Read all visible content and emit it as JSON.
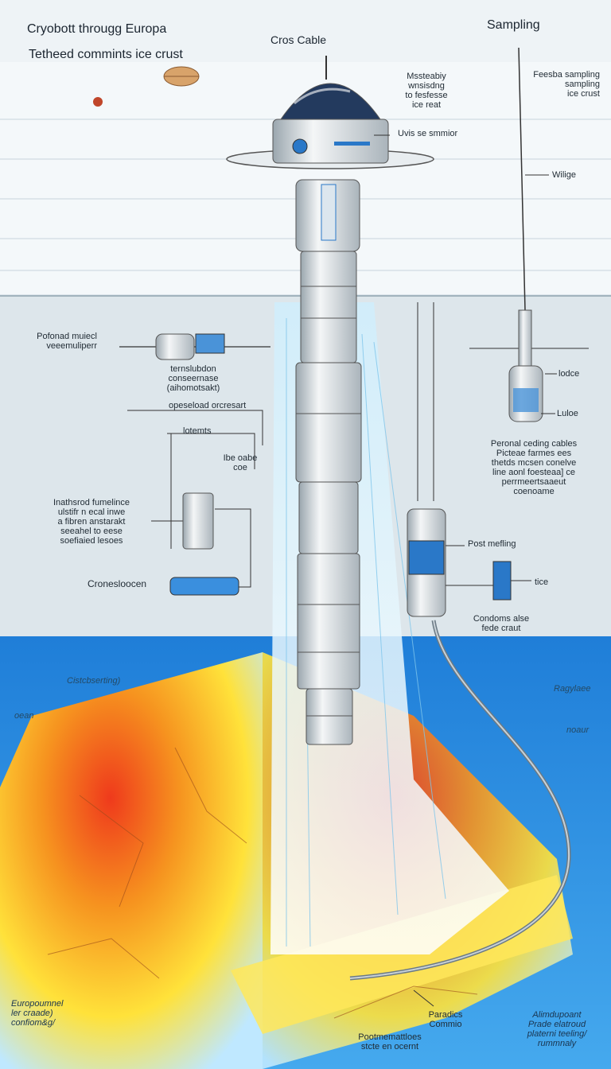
{
  "header": {
    "title_line1": "Cryobott througg Europa",
    "title_line2": "Tetheed commints ice crust",
    "cable_label": "Cros Cable",
    "sampling_label": "Sampling"
  },
  "labels": {
    "top_right_note": "Feesba sampling\nsampling\nice crust",
    "top_mid_note": "Mssteabiy\nwnsisdng\nto fesfesse\nice reat",
    "uvis_sensor": "Uvis se smmior",
    "wilige": "Wilige",
    "left_note1": "Pofonad muiecl\nveeemuliperr",
    "left_note2": "ternslubdon\nconseernase\n(aihomotsakt)",
    "left_note3": "opeseload orcresart",
    "left_note4": "lotemts",
    "left_note5": "Ibe oabe\ncoe",
    "left_note6": "Inathsrod fumelince\nulstifr n ecal inwe\na fibren anstarakt\nseeahel to eese\nsoefiaied lesoes",
    "left_note7": "Cronesloocen",
    "probe_top_label": "lodce",
    "probe_bottom_label": "Luloe",
    "right_note1": "Peronal ceding cables\nPicteae farmes ees\nthetds mcsen conelve\nline aonl foesteaa] ce\nperrmeertsaaeut\ncoenoame",
    "post_melting": "Post mefling",
    "ice_label": "tice",
    "right_note2": "Condoms alse\nfede craut",
    "ocean_left1": "Cistcbserting)",
    "ocean_left2": "oean",
    "ocean_right1": "Ragylaee",
    "ocean_right2": "noaur",
    "bottom_left": "Europoumnel\nler craade)\nconfiom&g/",
    "bottom_mid1": "Paradics\nCommio",
    "bottom_mid2": "Pootmemattloes\nstcte en ocernt",
    "bottom_right": "Alimdupoant\nPrade elatroud\nplaterni teeling/\nrummnaly"
  },
  "colors": {
    "sky": "#eef3f6",
    "ice": "#f4f8fa",
    "subsurface": "#dde6eb",
    "ocean": "#1f7ed8",
    "ocean_light": "#45a9ee",
    "heat_core": "#ef3a1c",
    "heat_mid": "#f6931f",
    "heat_outer": "#ffe23a",
    "probe_body": "#d7dde2",
    "water": "#a9dcf5",
    "accent_blue": "#2a78c8"
  }
}
